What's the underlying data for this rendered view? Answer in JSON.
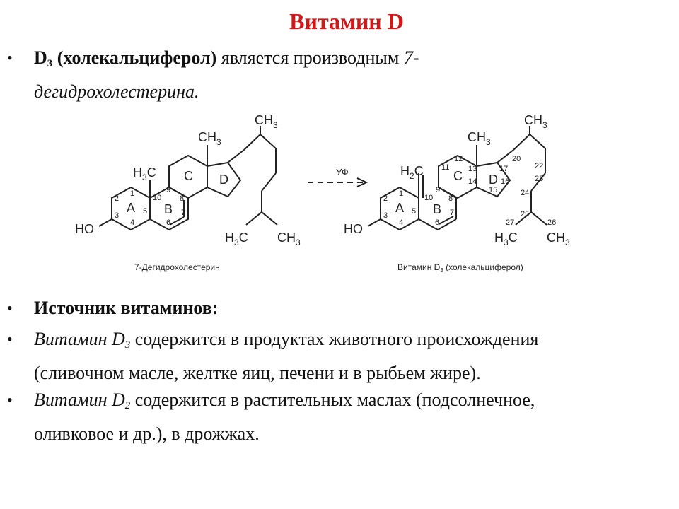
{
  "slide": {
    "title": "Витамин D",
    "bullet1": {
      "name_main": "D",
      "name_sub": "3",
      "name_paren": "(холекальциферол)",
      "rest": "является производным",
      "italic_1": "7-",
      "italic_2": "дегидрохолестерина."
    },
    "bullet2": {
      "text": "Источник витаминов:"
    },
    "bullet3": {
      "italic": "Витамин D",
      "sub": "3",
      "line1_rest": "содержится в продуктах животного происхождения",
      "line2": "(сливочном масле, желтке яиц, печени и в рыбьем жире)."
    },
    "bullet4": {
      "italic": "Витамин D",
      "sub": "2",
      "line1_rest": "содержится в растительных маслах (подсолнечное,",
      "line2": "оливковое и др.), в дрожжах."
    }
  },
  "diagram": {
    "arrow_label": "УФ",
    "left_caption": "7-Дегидрохолестерин",
    "right_caption_pre": "Витамин",
    "right_caption_d": "D",
    "right_caption_sub": "3",
    "right_caption_post": "(холекальциферол)",
    "left_labels": {
      "ch3_top": "CH",
      "ch3_top_sub": "3",
      "ch3_side": "CH",
      "ch3_side_sub": "3",
      "h3c": "H",
      "h3c_sub": "3",
      "h3c_c": "C",
      "ring_c": "C",
      "ring_d": "D",
      "ring_a": "A",
      "ring_b": "B",
      "ho": "HO",
      "iso_left": "H",
      "iso_left_sub": "3",
      "iso_left_c": "C",
      "iso_right": "CH",
      "iso_right_sub": "3",
      "n1": "1",
      "n2": "2",
      "n3": "3",
      "n4": "4",
      "n5": "5",
      "n6": "6",
      "n7": "7",
      "n8": "8",
      "n9": "9",
      "n10": "10"
    },
    "right_labels": {
      "ch3_top": "CH",
      "ch3_top_sub": "3",
      "ch3_side": "CH",
      "ch3_side_sub": "3",
      "h2c": "H",
      "h2c_sub": "2",
      "h2c_c": "C",
      "ring_c": "C",
      "ring_d": "D",
      "ring_a": "A",
      "ring_b": "B",
      "ho": "HO",
      "iso_left": "H",
      "iso_left_sub": "3",
      "iso_left_c": "C",
      "iso_right": "CH",
      "iso_right_sub": "3",
      "n1": "1",
      "n2": "2",
      "n3": "3",
      "n4": "4",
      "n5": "5",
      "n6": "6",
      "n7": "7",
      "n8": "8",
      "n9": "9",
      "n10": "10",
      "n11": "11",
      "n12": "12",
      "n13": "13",
      "n14": "14",
      "n15": "15",
      "n16": "16",
      "n17": "17",
      "n20": "20",
      "n22": "22",
      "n23": "23",
      "n24": "24",
      "n25": "25",
      "n26": "26",
      "n27": "27"
    }
  }
}
